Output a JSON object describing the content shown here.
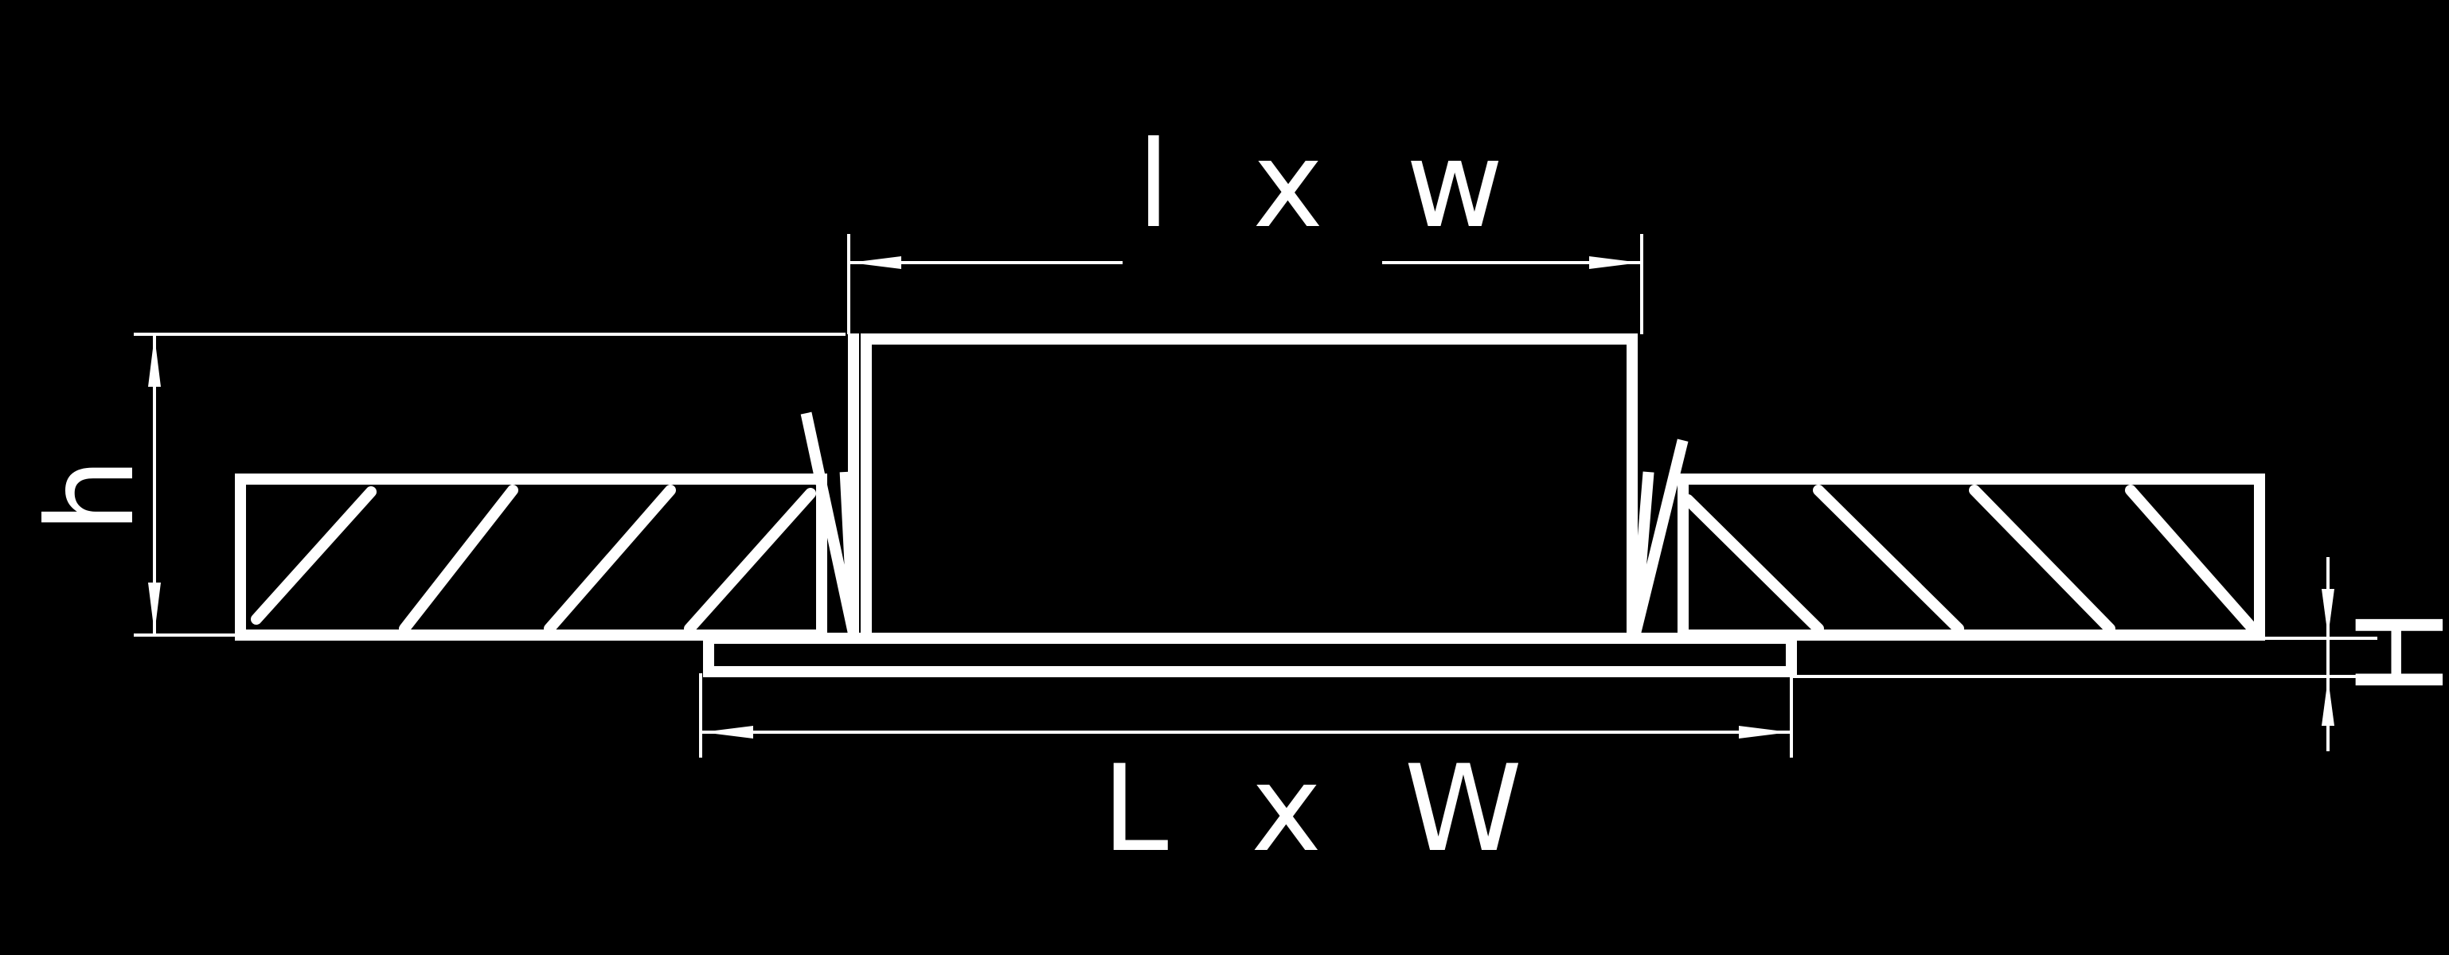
{
  "diagram": {
    "labels": {
      "inner_size": "l x w",
      "outer_size": "L x W",
      "height_total": "h",
      "height_flange": "H"
    },
    "colors": {
      "background": "#000000",
      "lines": "#ffffff"
    }
  }
}
